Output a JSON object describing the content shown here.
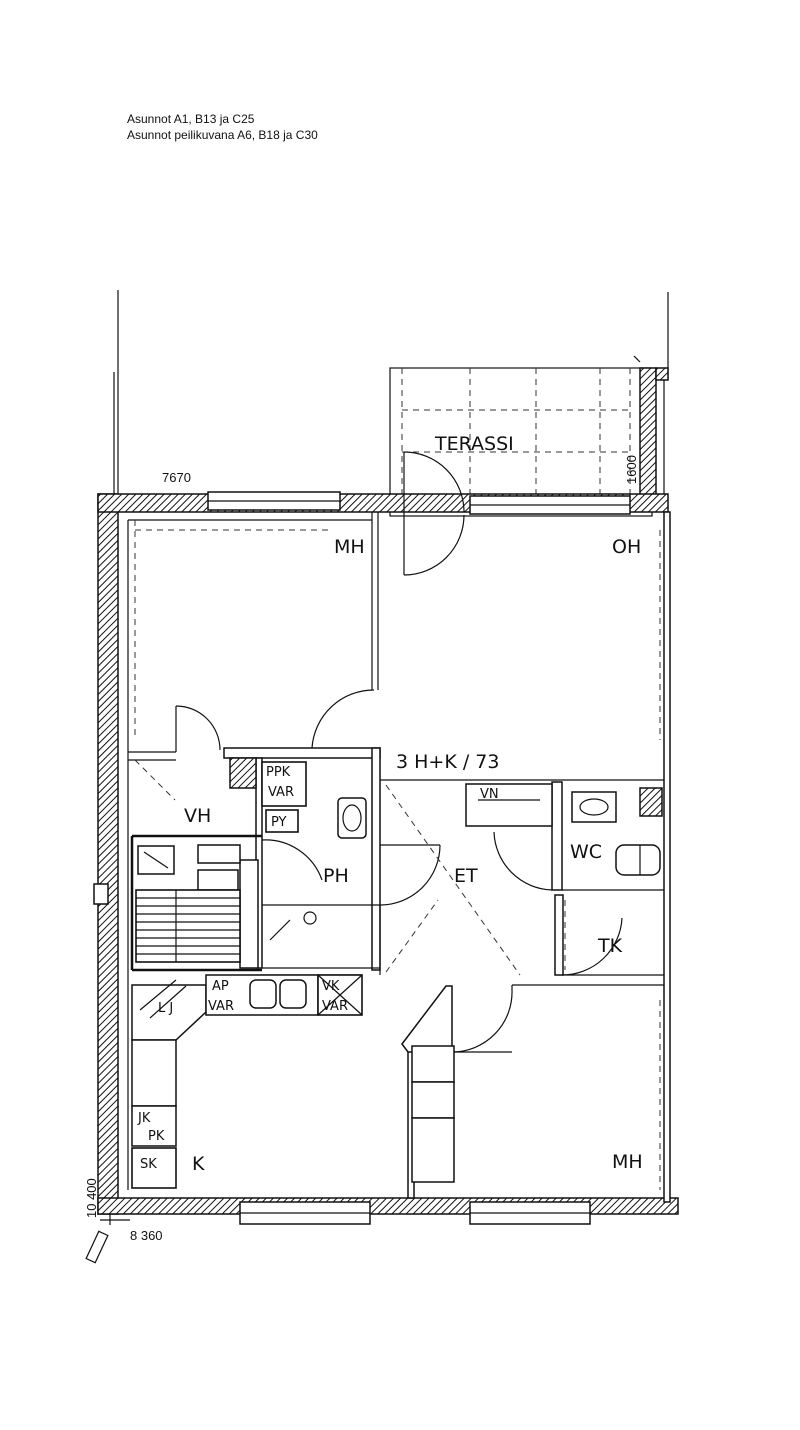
{
  "captions": {
    "line1": "Asunnot A1, B13 ja C25",
    "line2": "Asunnot peilikuvana A6, B18 ja C30"
  },
  "apartment": {
    "type_area": "3 H+K / 73"
  },
  "rooms": {
    "terrace": "TERASSI",
    "bedroom_top": "MH",
    "living_room": "OH",
    "closet": "VH",
    "bathroom": "PH",
    "hallway": "ET",
    "wc": "WC",
    "kitchen": "K",
    "bedroom_bottom": "MH"
  },
  "fixtures": {
    "ppk_var_1": "PPK",
    "ppk_var_2": "VAR",
    "py": "PY",
    "vn": "VN",
    "tk": "TK",
    "ap_var_1": "AP",
    "ap_var_2": "VAR",
    "vk_var_1": "VK",
    "vk_var_2": "VAR",
    "lj": "L J",
    "jk_pk_1": "JK",
    "jk_pk_2": "PK",
    "sk": "SK"
  },
  "dimensions": {
    "top": "7670",
    "terrace_depth": "1600",
    "left_vertical": "10 400",
    "bottom": "8 360"
  }
}
